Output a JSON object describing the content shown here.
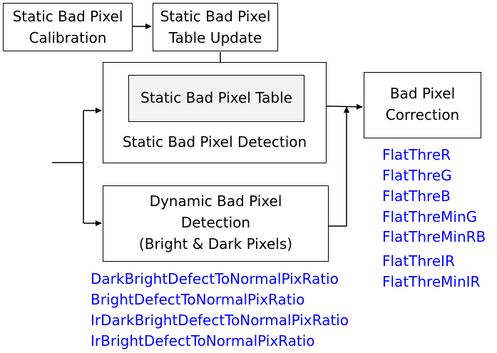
{
  "boxes": {
    "calibration": {
      "lines": [
        "Static Bad Pixel",
        "Calibration"
      ]
    },
    "table_update": {
      "lines": [
        "Static Bad Pixel",
        "Table Update"
      ]
    },
    "static_detection": {
      "label": "Static Bad Pixel Detection"
    },
    "static_table": {
      "label": "Static Bad Pixel Table"
    },
    "dynamic_detection": {
      "lines": [
        "Dynamic Bad Pixel",
        "Detection",
        "(Bright & Dark Pixels)"
      ]
    },
    "correction": {
      "lines": [
        "Bad Pixel",
        "Correction"
      ]
    }
  },
  "correction_params": [
    "FlatThreR",
    "FlatThreG",
    "FlatThreB",
    "FlatThreMinG",
    "FlatThreMinRB",
    "FlatThreIR",
    "FlatThreMinIR"
  ],
  "dynamic_params": [
    "DarkBrightDefectToNormalPixRatio",
    "BrightDefectToNormalPixRatio",
    "IrDarkBrightDefectToNormalPixRatio",
    "IrBrightDefectToNormalPixRatio"
  ],
  "colors": {
    "param_text": "#0000ff",
    "table_fill": "#f2f2f2",
    "line": "#000000"
  }
}
